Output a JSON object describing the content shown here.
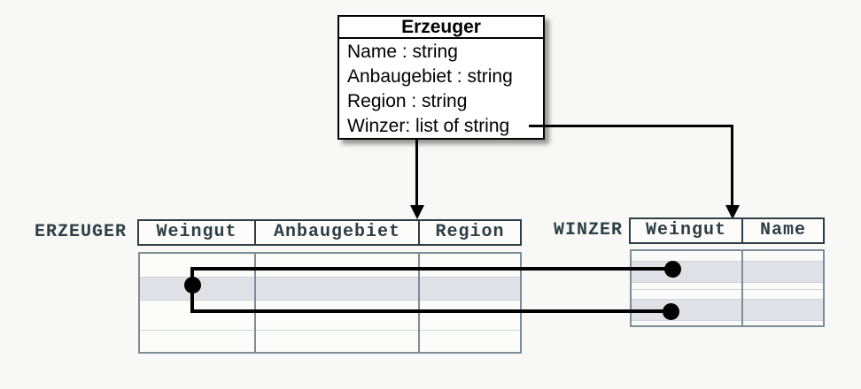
{
  "class_box": {
    "title": "Erzeuger",
    "attributes": [
      "Name : string",
      "Anbaugebiet : string",
      "Region : string",
      "Winzer: list of string"
    ]
  },
  "tables": {
    "erzeuger": {
      "label": "ERZEUGER",
      "columns": [
        "Weingut",
        "Anbaugebiet",
        "Region"
      ],
      "body_rows": 4,
      "highlighted_rows": [
        2
      ]
    },
    "winzer": {
      "label": "WINZER",
      "columns": [
        "Weingut",
        "Name"
      ],
      "body_rows": 4,
      "highlighted_rows": [
        2,
        4
      ]
    }
  },
  "connections": {
    "class_to_erzeuger_table": "arrow-down",
    "winzer_attribute_to_winzer_table": "arrow-down",
    "row_links": "erzeuger-highlighted-row-to-two-winzer-rows"
  },
  "colors": {
    "background": "#f8f8f7",
    "box_background": "#ffffff",
    "box_border": "#000000",
    "table_text": "#2e3e46",
    "header_border": "#2e3e46",
    "body_border": "#7b8d96",
    "row_highlight": "#dfe1e6",
    "connector": "#000000"
  }
}
